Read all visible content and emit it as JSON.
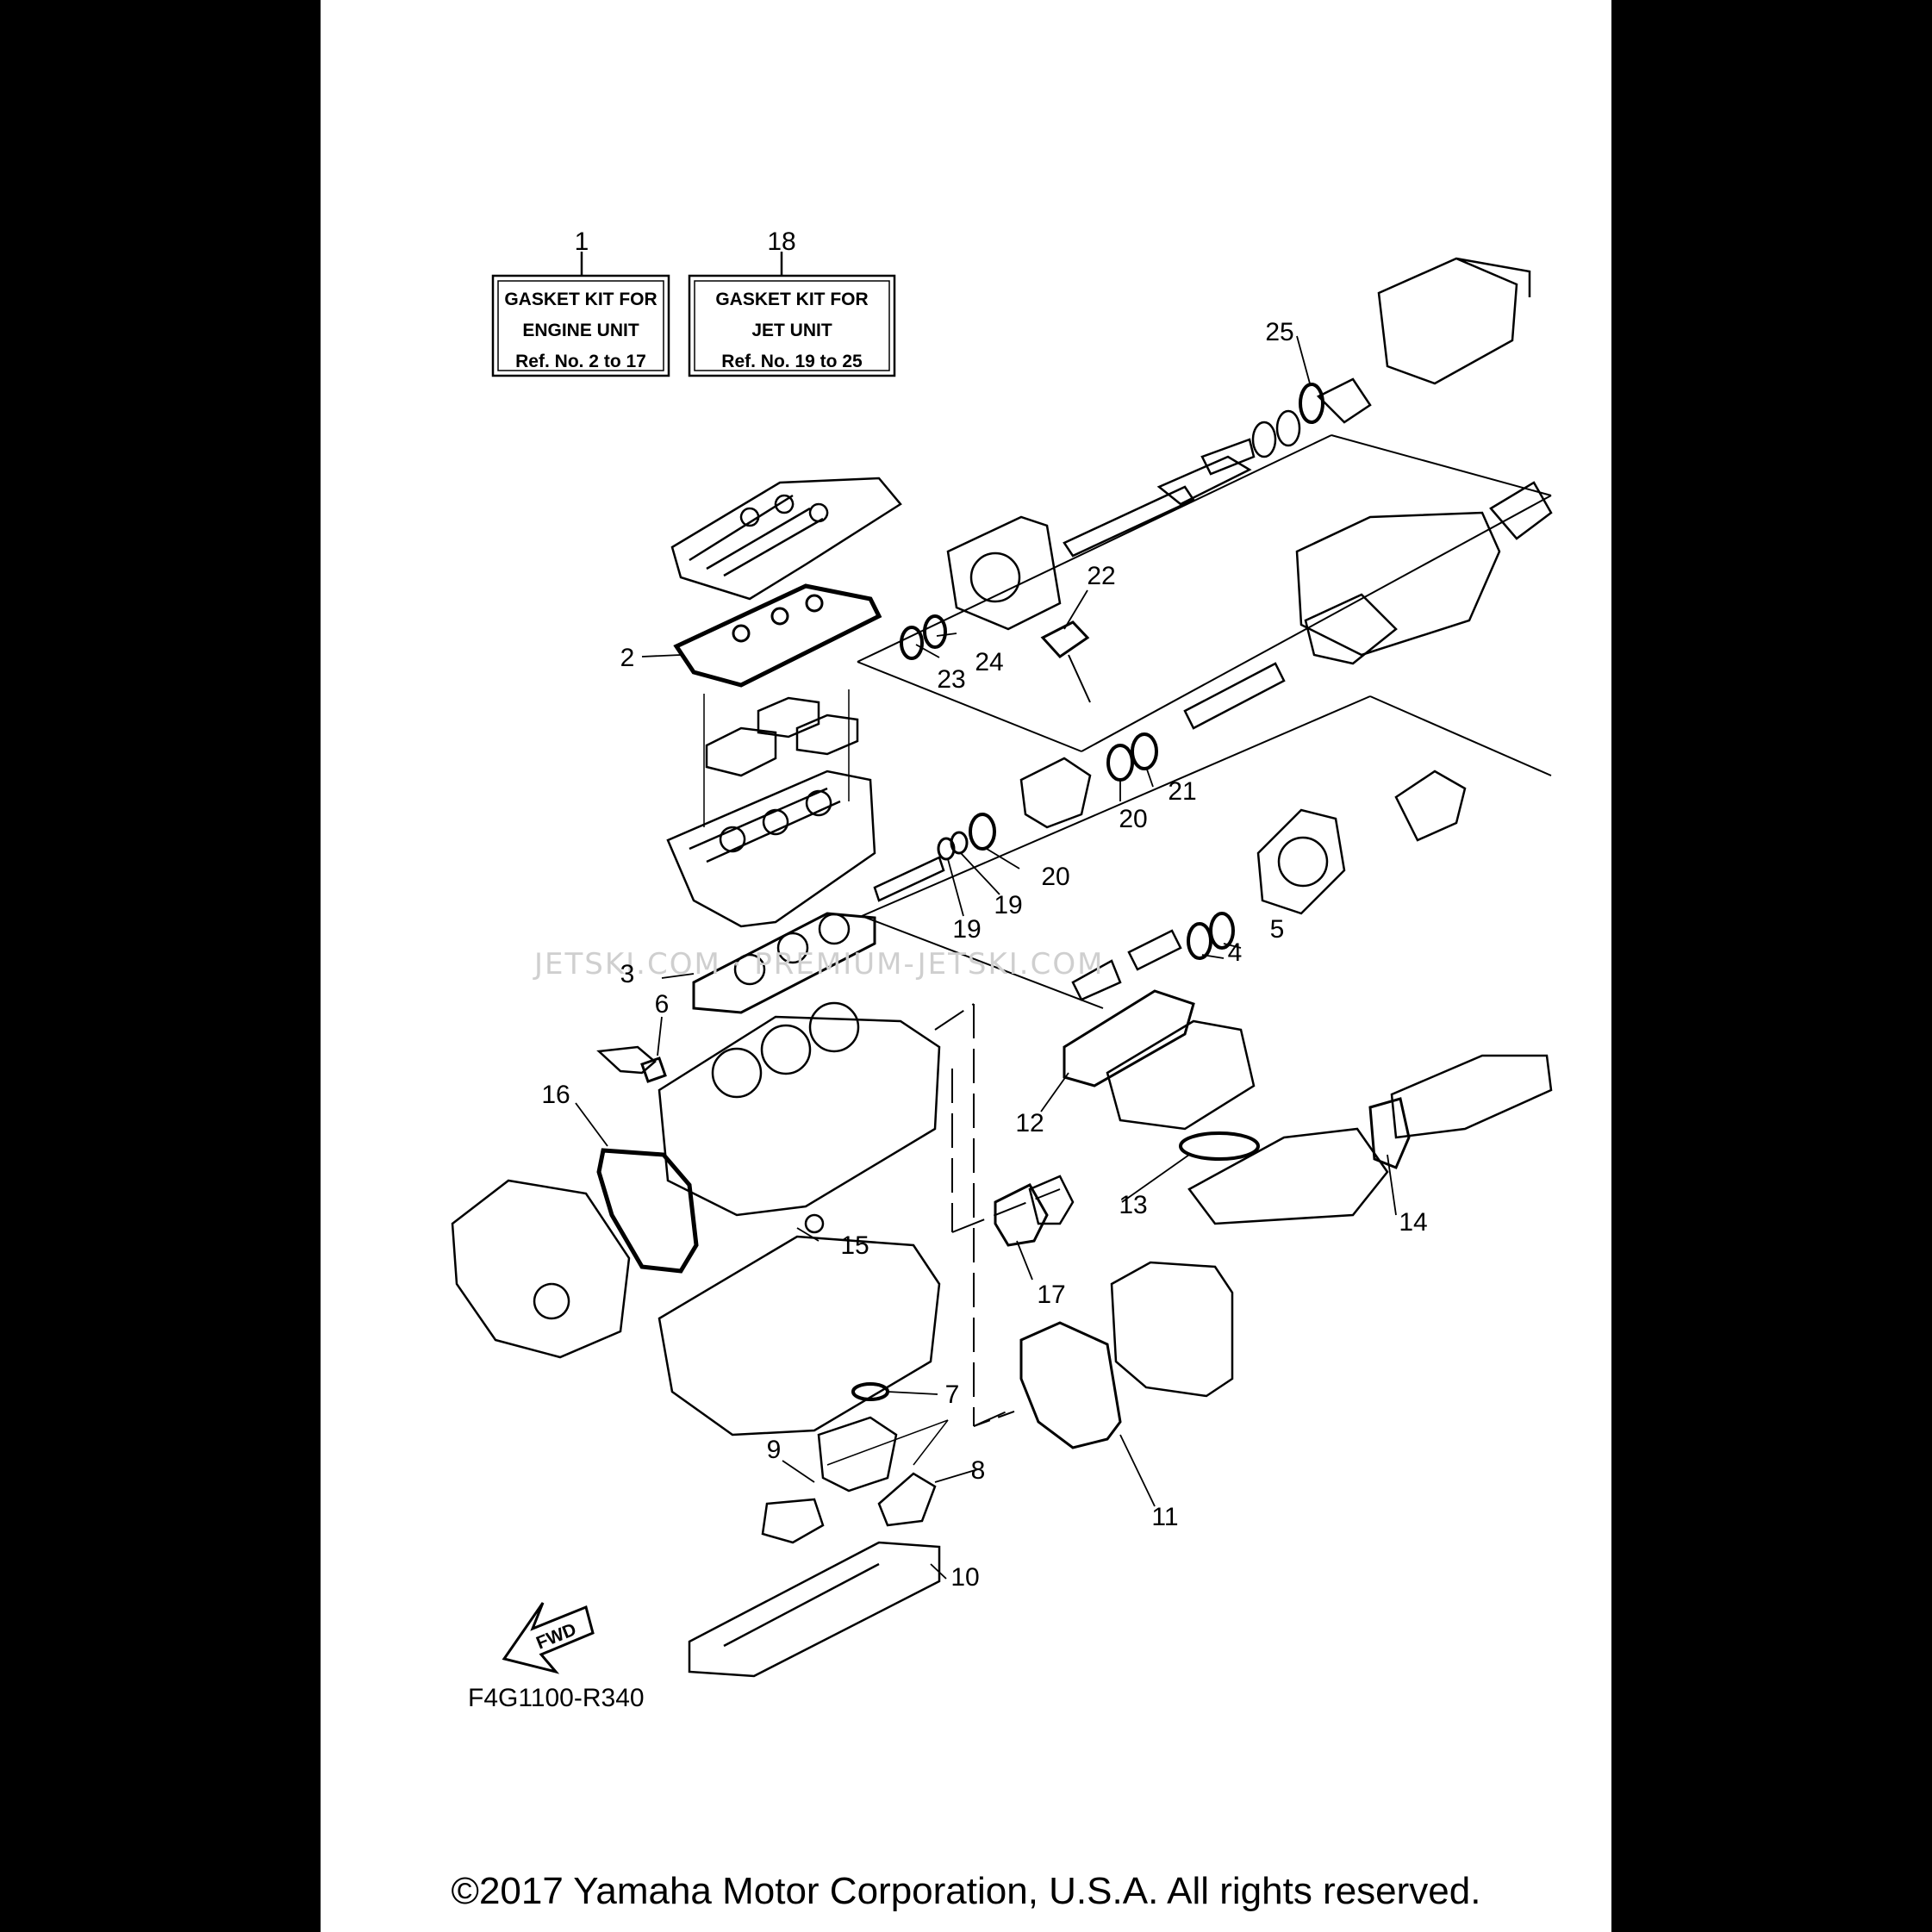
{
  "kits": [
    {
      "ref": "1",
      "lines": [
        "GASKET KIT FOR",
        "ENGINE UNIT",
        "Ref. No. 2 to 17"
      ]
    },
    {
      "ref": "18",
      "lines": [
        "GASKET KIT FOR",
        "JET UNIT",
        "Ref. No. 19 to 25"
      ]
    }
  ],
  "callouts": {
    "c2": "2",
    "c3": "3",
    "c4": "4",
    "c5": "5",
    "c6": "6",
    "c7": "7",
    "c8": "8",
    "c9": "9",
    "c10": "10",
    "c11": "11",
    "c12": "12",
    "c13": "13",
    "c14": "14",
    "c15": "15",
    "c16": "16",
    "c17": "17",
    "c19a": "19",
    "c19b": "19",
    "c20a": "20",
    "c20b": "20",
    "c21": "21",
    "c22": "22",
    "c23": "23",
    "c24": "24",
    "c25": "25"
  },
  "fwd_label": "FWD",
  "diagram_code": "F4G1100-R340",
  "watermark": "JETSKI.COM · PREMIUM-JETSKI.COM",
  "copyright": "©2017 Yamaha Motor Corporation, U.S.A. All rights reserved."
}
